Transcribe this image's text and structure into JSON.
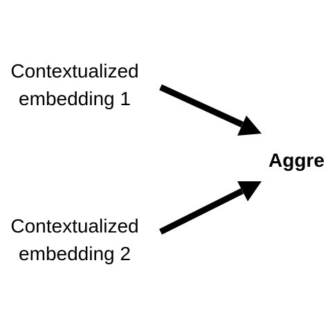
{
  "diagram": {
    "inputs": [
      {
        "line1": "Contextualized",
        "line2": "embedding 1"
      },
      {
        "line1": "Contextualized",
        "line2": "embedding 2"
      }
    ],
    "output_label": "Aggre",
    "edges": [
      {
        "from": "input-1",
        "to": "aggregator"
      },
      {
        "from": "input-2",
        "to": "aggregator"
      }
    ],
    "colors": {
      "background": "#ffffff",
      "ink": "#000000"
    }
  }
}
